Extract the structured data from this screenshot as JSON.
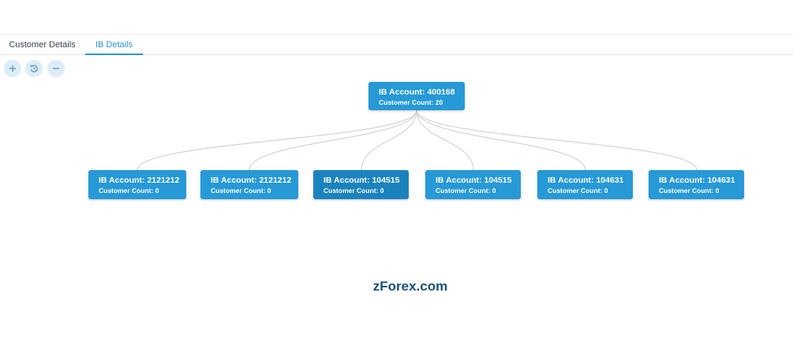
{
  "tabs": [
    {
      "label": "Customer Details",
      "active": false
    },
    {
      "label": "IB Details",
      "active": true
    }
  ],
  "zoom_controls": {
    "zoom_in_icon": "plus-icon",
    "reset_icon": "reset-icon",
    "zoom_out_icon": "minus-icon"
  },
  "tree": {
    "root": {
      "account": "IB Account: 400168",
      "count": "Customer Count: 20"
    },
    "children": [
      {
        "account": "IB Account: 2121212",
        "count": "Customer Count: 0"
      },
      {
        "account": "IB Account: 2121212",
        "count": "Customer Count: 0"
      },
      {
        "account": "IB Account: 104515",
        "count": "Customer Count: 0"
      },
      {
        "account": "IB Account: 104515",
        "count": "Customer Count: 0"
      },
      {
        "account": "IB Account: 104631",
        "count": "Customer Count: 0"
      },
      {
        "account": "IB Account: 104631",
        "count": "Customer Count: 0"
      }
    ]
  },
  "brand": "zForex.com",
  "colors": {
    "node": "#2699d6",
    "node_selected": "#1a83bd",
    "tab_active": "#2c95d3",
    "brand": "#1a4f7a"
  }
}
